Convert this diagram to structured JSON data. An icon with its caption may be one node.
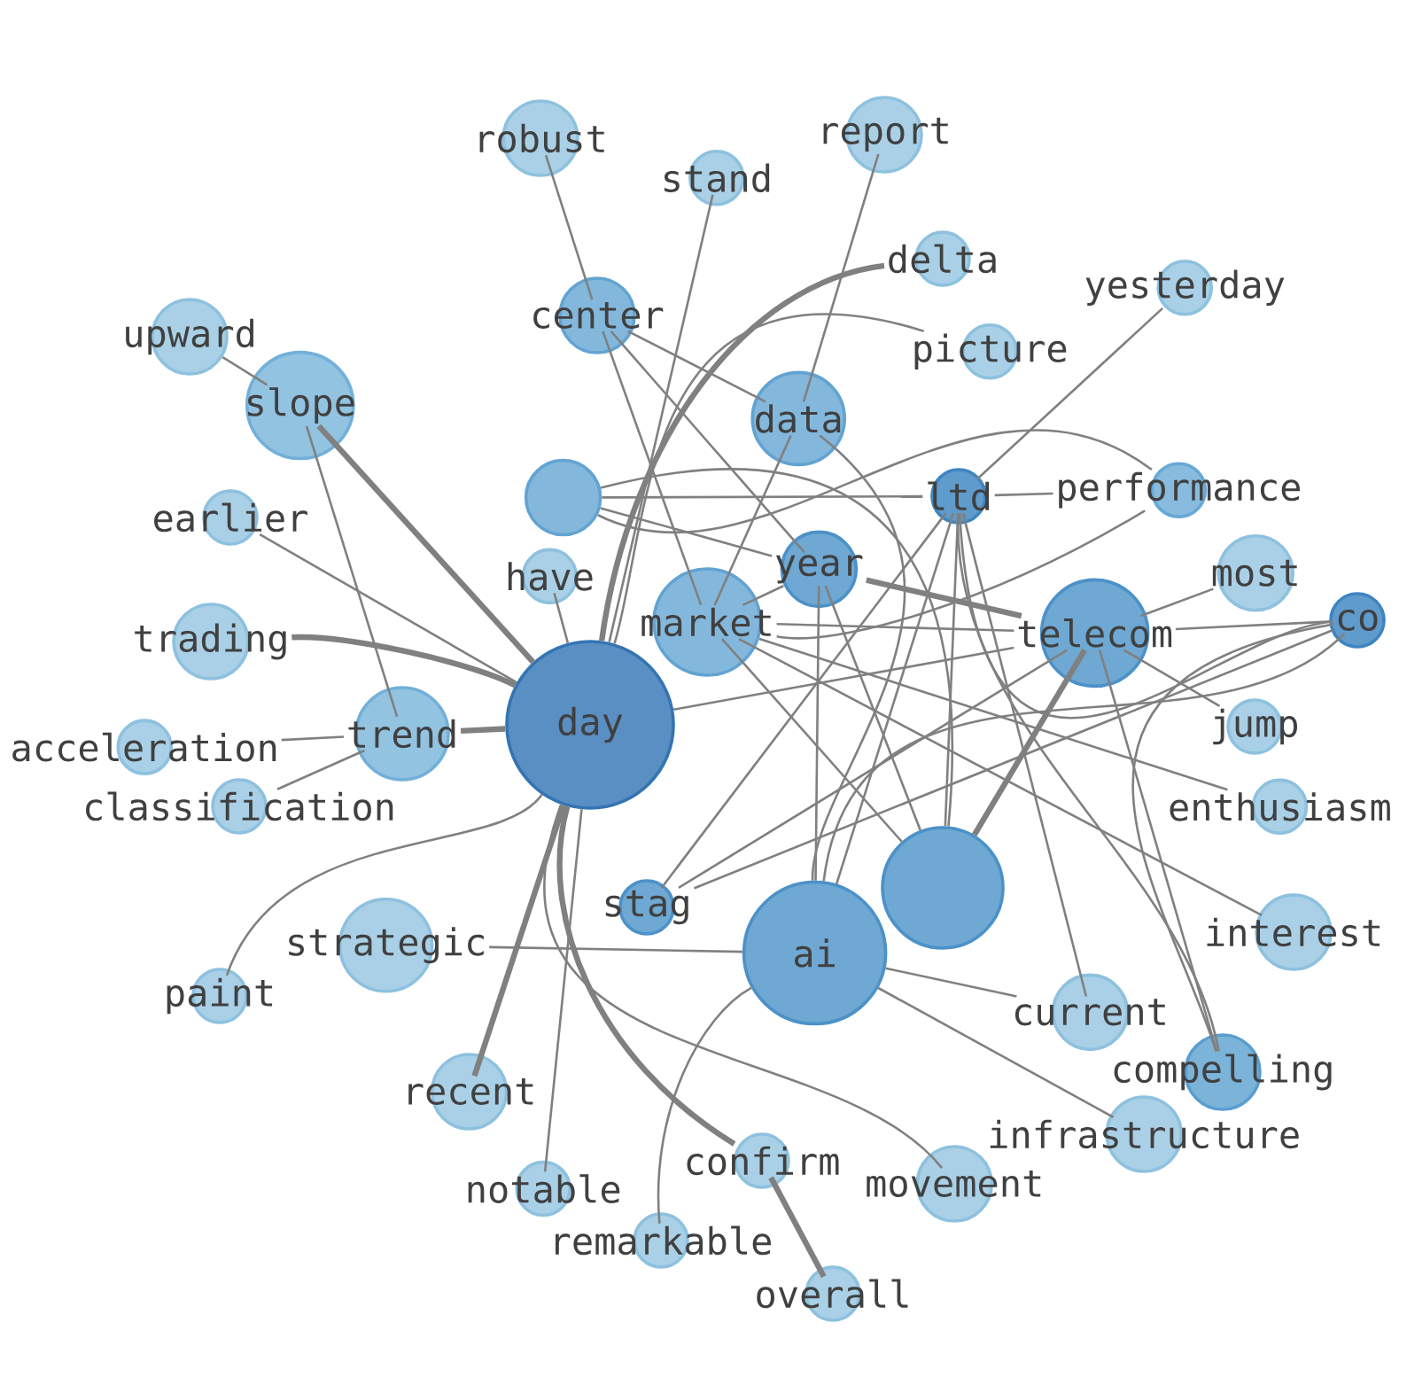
{
  "diagram": {
    "nodes": [
      {
        "text": [
          "report"
        ]
      },
      {
        "text": [
          "robust"
        ]
      },
      {
        "text": [
          "stand"
        ]
      },
      {
        "text": [
          "yesterday"
        ]
      },
      {
        "text": [
          "delta"
        ]
      },
      {
        "text": [
          "center"
        ]
      },
      {
        "text": [
          "upward"
        ]
      },
      {
        "text": [
          "picture"
        ]
      },
      {
        "text": [
          "slope"
        ]
      },
      {
        "text": [
          "ltd"
        ]
      },
      {
        "text": [
          "co"
        ]
      },
      {
        "text": [],
        "shape": "circle"
      },
      {
        "text": [
          "data"
        ]
      },
      {
        "text": [
          "earlier"
        ]
      },
      {
        "text": [
          "market"
        ]
      },
      {
        "text": [
          "performance"
        ]
      },
      {
        "text": [
          "have"
        ]
      },
      {
        "text": [
          "year"
        ]
      },
      {
        "text": [
          "most"
        ]
      },
      {
        "text": [
          "trading"
        ]
      },
      {
        "text": [
          "telecom"
        ]
      },
      {
        "text": [
          "day"
        ]
      },
      {
        "text": [
          "jump"
        ]
      },
      {
        "text": [
          "acceleration"
        ]
      },
      {
        "text": [
          "trend"
        ]
      },
      {
        "text": [],
        "shape": "circle"
      },
      {
        "text": [
          "ai"
        ]
      },
      {
        "text": [
          "classification"
        ]
      },
      {
        "text": [
          "enthusiasm"
        ]
      },
      {
        "text": [
          "stag"
        ]
      },
      {
        "text": [
          "interest"
        ]
      },
      {
        "text": [
          "strategic"
        ]
      },
      {
        "text": [
          "paint"
        ]
      },
      {
        "text": [
          "current"
        ]
      },
      {
        "text": [
          "compelling"
        ]
      },
      {
        "text": [
          "recent"
        ]
      },
      {
        "text": [
          "infrastructure"
        ]
      },
      {
        "text": [
          "confirm"
        ]
      },
      {
        "text": [
          "notable"
        ]
      },
      {
        "text": [
          "movement"
        ]
      },
      {
        "text": [
          "remarkable"
        ]
      },
      {
        "text": [
          "overall"
        ]
      }
    ],
    "edges": [
      {
        "from": 6,
        "to": 8,
        "arrow": "none"
      },
      {
        "from": 21,
        "to": 8,
        "arrow": "none",
        "style": "thick"
      },
      {
        "from": 21,
        "to": 13,
        "arrow": "none"
      },
      {
        "from": 21,
        "to": 19,
        "arrow": "none",
        "style": "thick"
      },
      {
        "from": 21,
        "to": 16,
        "arrow": "none"
      },
      {
        "from": 21,
        "to": 2,
        "arrow": "none"
      },
      {
        "from": 21,
        "to": 24,
        "arrow": "none",
        "style": "thick"
      },
      {
        "from": 24,
        "to": 27,
        "arrow": "none"
      },
      {
        "from": 24,
        "to": 23,
        "arrow": "none"
      },
      {
        "from": 21,
        "to": 32,
        "arrow": "none"
      },
      {
        "from": 21,
        "to": 35,
        "arrow": "none",
        "style": "thick"
      },
      {
        "from": 21,
        "to": 38,
        "arrow": "none"
      },
      {
        "from": 21,
        "to": 37,
        "arrow": "none",
        "style": "thick"
      },
      {
        "from": 37,
        "to": 41,
        "arrow": "none",
        "style": "thick"
      },
      {
        "from": 21,
        "to": 39,
        "arrow": "none"
      },
      {
        "from": 21,
        "to": 20,
        "arrow": "none"
      },
      {
        "from": 21,
        "to": 4,
        "arrow": "none",
        "style": "thick"
      },
      {
        "from": 21,
        "to": 7,
        "arrow": "none"
      },
      {
        "from": 8,
        "to": 24,
        "arrow": "none"
      },
      {
        "from": 1,
        "to": 5,
        "arrow": "none"
      },
      {
        "from": 5,
        "to": 12,
        "arrow": "none"
      },
      {
        "from": 5,
        "to": 14,
        "arrow": "none"
      },
      {
        "from": 5,
        "to": 17,
        "arrow": "none"
      },
      {
        "from": 0,
        "to": 12,
        "arrow": "none"
      },
      {
        "from": 3,
        "to": 9,
        "arrow": "none"
      },
      {
        "from": 11,
        "to": 9,
        "arrow": "none"
      },
      {
        "from": 11,
        "to": 15,
        "arrow": "none"
      },
      {
        "from": 14,
        "to": 15,
        "arrow": "none"
      },
      {
        "from": 14,
        "to": 12,
        "arrow": "none"
      },
      {
        "from": 9,
        "to": 15,
        "arrow": "none"
      },
      {
        "from": 9,
        "to": 10,
        "arrow": "none"
      },
      {
        "from": 10,
        "to": 34,
        "arrow": "none"
      },
      {
        "from": 9,
        "to": 26,
        "arrow": "none"
      },
      {
        "from": 9,
        "to": 25,
        "arrow": "none"
      },
      {
        "from": 9,
        "to": 34,
        "arrow": "none"
      },
      {
        "from": 9,
        "to": 33,
        "arrow": "none"
      },
      {
        "from": 11,
        "to": 17,
        "arrow": "none"
      },
      {
        "from": 11,
        "to": 25,
        "arrow": "none"
      },
      {
        "from": 14,
        "to": 17,
        "arrow": "none"
      },
      {
        "from": 17,
        "to": 20,
        "arrow": "none",
        "style": "thick"
      },
      {
        "from": 14,
        "to": 20,
        "arrow": "none"
      },
      {
        "from": 25,
        "to": 20,
        "arrow": "none",
        "style": "thick"
      },
      {
        "from": 20,
        "to": 18,
        "arrow": "none"
      },
      {
        "from": 20,
        "to": 22,
        "arrow": "none"
      },
      {
        "from": 14,
        "to": 28,
        "arrow": "none"
      },
      {
        "from": 14,
        "to": 30,
        "arrow": "none"
      },
      {
        "from": 26,
        "to": 33,
        "arrow": "none"
      },
      {
        "from": 26,
        "to": 36,
        "arrow": "none"
      },
      {
        "from": 12,
        "to": 26,
        "arrow": "none"
      },
      {
        "from": 17,
        "to": 26,
        "arrow": "none"
      },
      {
        "from": 17,
        "to": 25,
        "arrow": "none"
      },
      {
        "from": 31,
        "to": 26,
        "arrow": "none"
      },
      {
        "from": 40,
        "to": 26,
        "arrow": "none"
      },
      {
        "from": 29,
        "to": 9,
        "arrow": "none"
      },
      {
        "from": 29,
        "to": 20,
        "arrow": "none"
      },
      {
        "from": 29,
        "to": 10,
        "arrow": "none"
      },
      {
        "from": 10,
        "to": 20,
        "arrow": "none"
      },
      {
        "from": 10,
        "to": 26,
        "arrow": "none"
      },
      {
        "from": 20,
        "to": 34,
        "arrow": "none"
      },
      {
        "from": 14,
        "to": 25,
        "arrow": "none"
      }
    ]
  }
}
